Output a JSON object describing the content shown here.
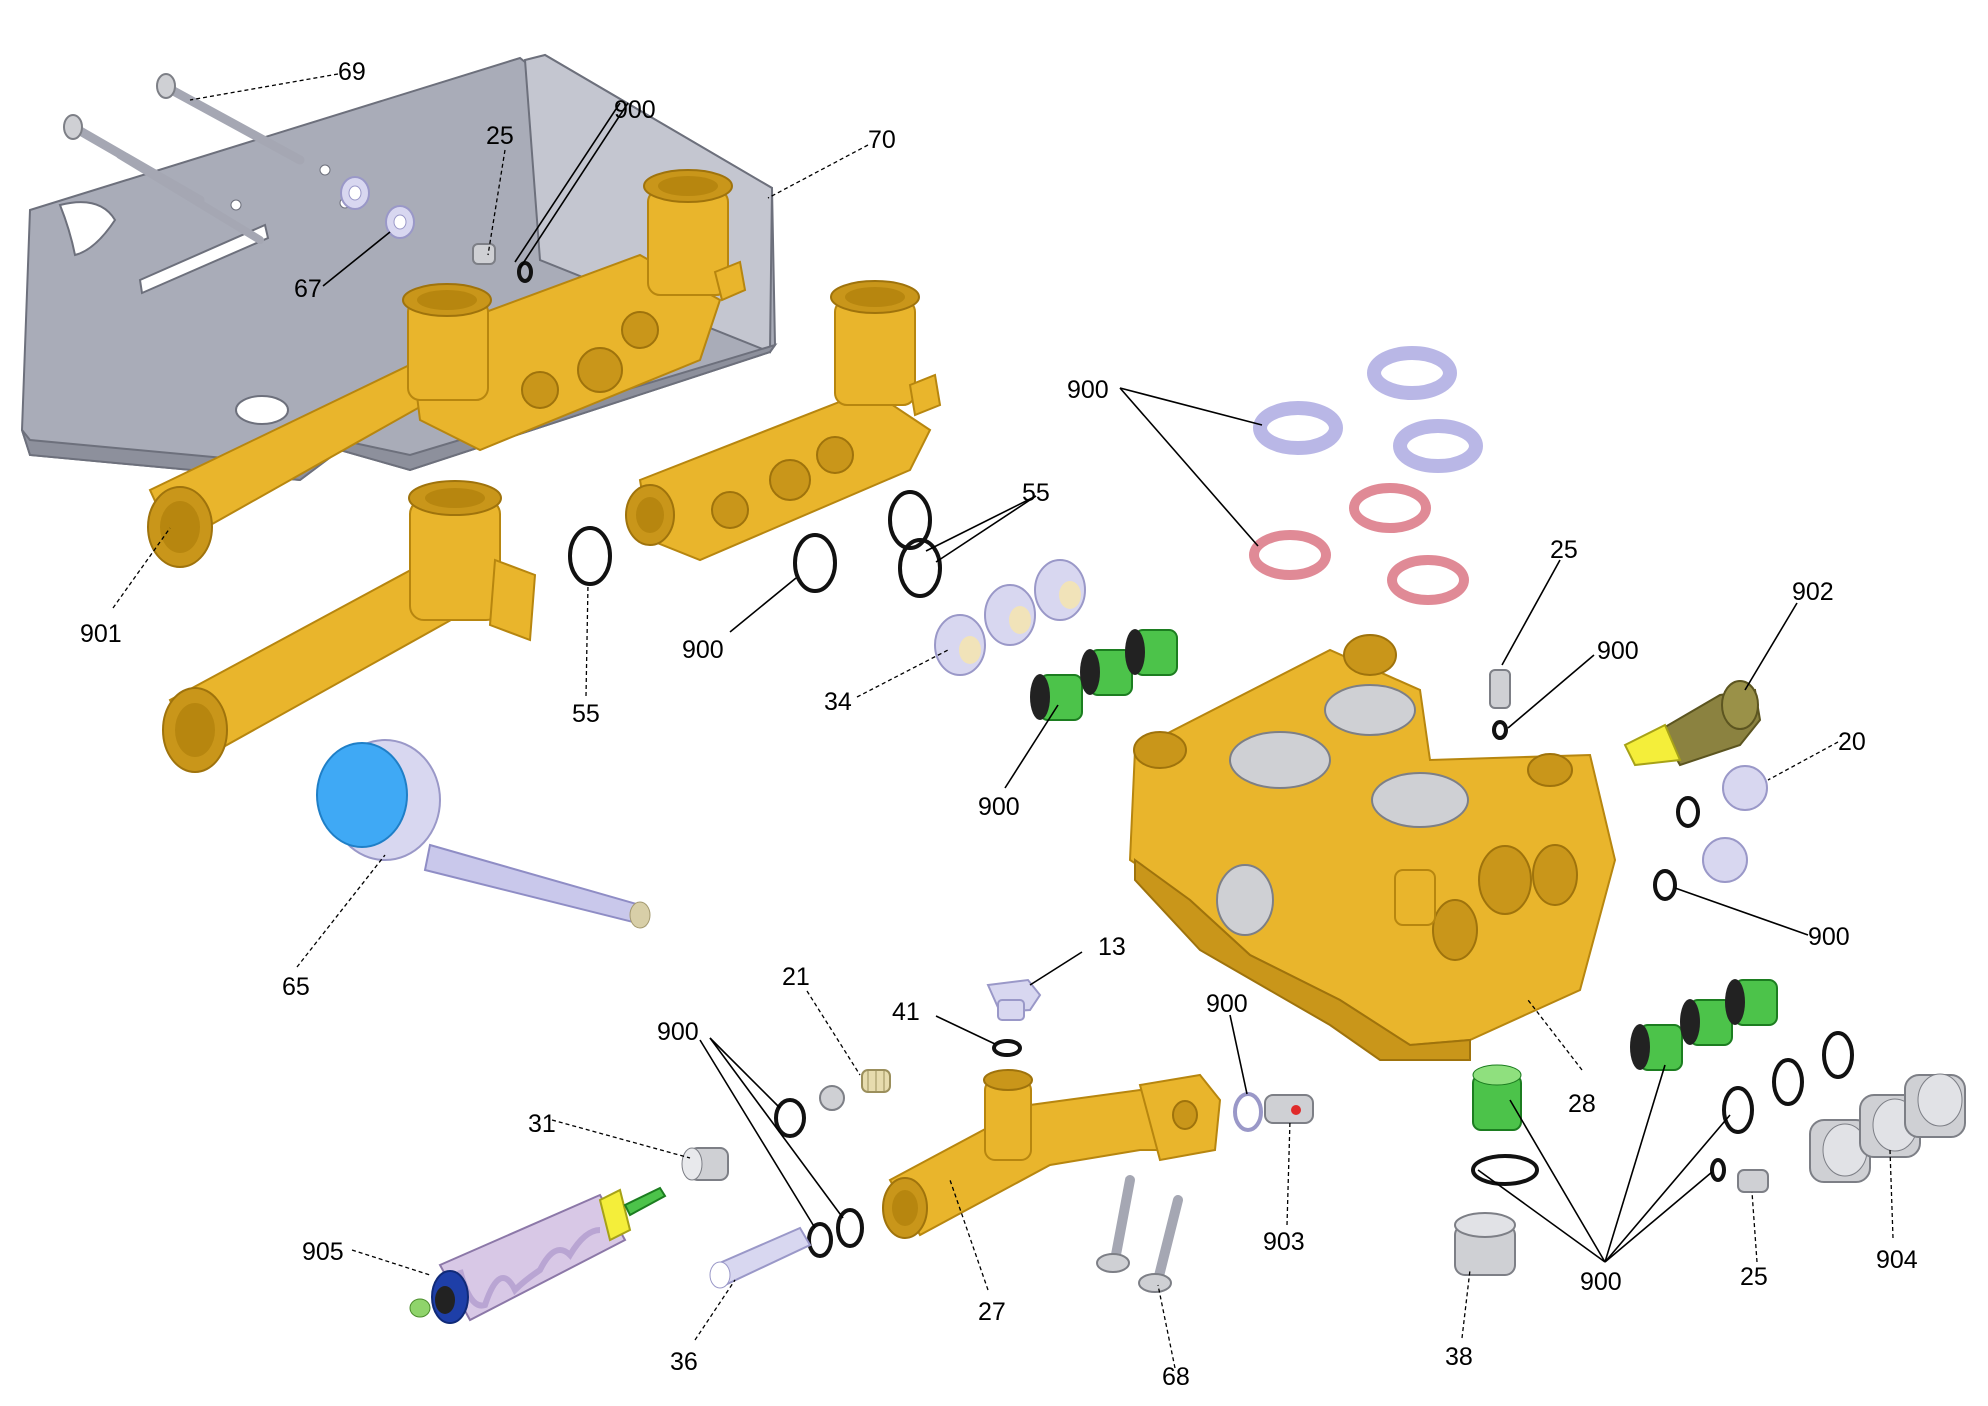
{
  "diagram": {
    "callouts": [
      {
        "id": "c69",
        "label": "69"
      },
      {
        "id": "c900a",
        "label": "900"
      },
      {
        "id": "c25a",
        "label": "25"
      },
      {
        "id": "c70",
        "label": "70"
      },
      {
        "id": "c67",
        "label": "67"
      },
      {
        "id": "c901",
        "label": "901"
      },
      {
        "id": "c55a",
        "label": "55"
      },
      {
        "id": "c900b",
        "label": "900"
      },
      {
        "id": "c55b",
        "label": "55"
      },
      {
        "id": "c900c",
        "label": "900"
      },
      {
        "id": "c34",
        "label": "34"
      },
      {
        "id": "c900d",
        "label": "900"
      },
      {
        "id": "c25b",
        "label": "25"
      },
      {
        "id": "c900e",
        "label": "900"
      },
      {
        "id": "c902",
        "label": "902"
      },
      {
        "id": "c20",
        "label": "20"
      },
      {
        "id": "c900f",
        "label": "900"
      },
      {
        "id": "c65",
        "label": "65"
      },
      {
        "id": "c21",
        "label": "21"
      },
      {
        "id": "c13",
        "label": "13"
      },
      {
        "id": "c41",
        "label": "41"
      },
      {
        "id": "c900g",
        "label": "900"
      },
      {
        "id": "c900h",
        "label": "900"
      },
      {
        "id": "c28",
        "label": "28"
      },
      {
        "id": "c31",
        "label": "31"
      },
      {
        "id": "c903",
        "label": "903"
      },
      {
        "id": "c905",
        "label": "905"
      },
      {
        "id": "c27",
        "label": "27"
      },
      {
        "id": "c36",
        "label": "36"
      },
      {
        "id": "c68",
        "label": "68"
      },
      {
        "id": "c38",
        "label": "38"
      },
      {
        "id": "c900i",
        "label": "900"
      },
      {
        "id": "c25c",
        "label": "25"
      },
      {
        "id": "c904",
        "label": "904"
      }
    ]
  },
  "colors": {
    "brass": "#e9b52c",
    "steel": "#a9acb8",
    "lilac": "#d8d7f0",
    "seal_pink": "#e08a96",
    "valve_green": "#4cc34a",
    "cap_blue": "#3fa9f5",
    "oring_black": "#111111"
  }
}
